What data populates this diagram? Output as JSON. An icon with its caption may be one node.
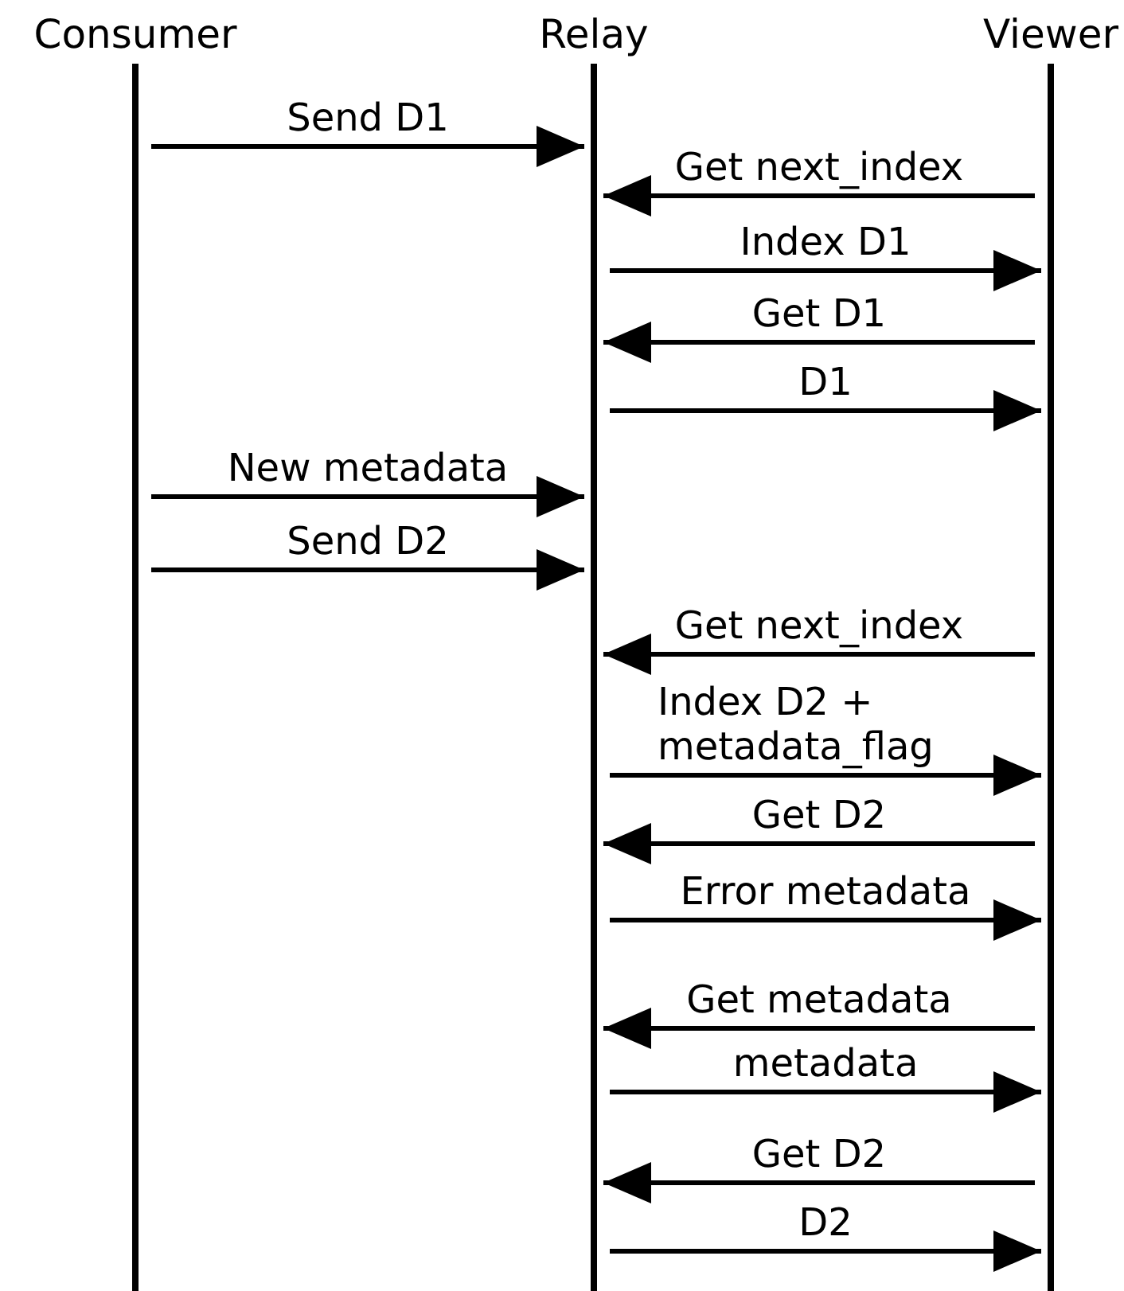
{
  "diagram": {
    "nodes": [
      {
        "text": [
          "Consumer"
        ]
      },
      {
        "text": [
          "Relay"
        ]
      },
      {
        "text": [
          "Viewer"
        ]
      }
    ],
    "edges": [
      {
        "from": 0,
        "to": 1,
        "arrow": "to",
        "label": "Send D1"
      },
      {
        "from": 2,
        "to": 1,
        "arrow": "to",
        "label": "Get next_index"
      },
      {
        "from": 1,
        "to": 2,
        "arrow": "to",
        "label": "Index D1"
      },
      {
        "from": 2,
        "to": 1,
        "arrow": "to",
        "label": "Get D1"
      },
      {
        "from": 1,
        "to": 2,
        "arrow": "to",
        "label": "D1"
      },
      {
        "from": 0,
        "to": 1,
        "arrow": "to",
        "label": "New metadata"
      },
      {
        "from": 0,
        "to": 1,
        "arrow": "to",
        "label": "Send D2"
      },
      {
        "from": 2,
        "to": 1,
        "arrow": "to",
        "label": "Get next_index"
      },
      {
        "from": 1,
        "to": 2,
        "arrow": "to",
        "label": "Index D2 + metadata_flag"
      },
      {
        "from": 2,
        "to": 1,
        "arrow": "to",
        "label": "Get D2"
      },
      {
        "from": 1,
        "to": 2,
        "arrow": "to",
        "label": "Error metadata"
      },
      {
        "from": 2,
        "to": 1,
        "arrow": "to",
        "label": "Get metadata"
      },
      {
        "from": 1,
        "to": 2,
        "arrow": "to",
        "label": "metadata"
      },
      {
        "from": 2,
        "to": 1,
        "arrow": "to",
        "label": "Get D2"
      },
      {
        "from": 1,
        "to": 2,
        "arrow": "to",
        "label": "D2"
      }
    ]
  }
}
